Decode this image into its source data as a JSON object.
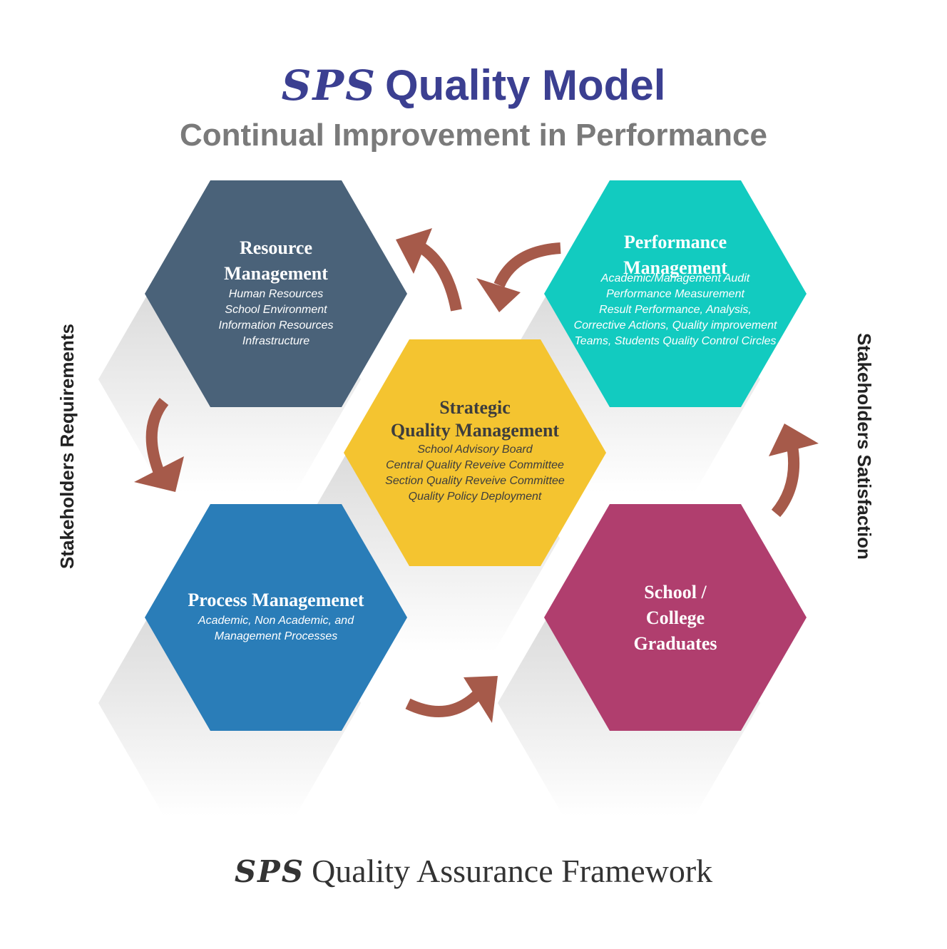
{
  "header": {
    "brand": "SPS",
    "title": "Quality Model",
    "subtitle": "Continual Improvement in Performance"
  },
  "sides": {
    "left": "Stakeholders Requirements",
    "right": "Stakeholders Satisfaction"
  },
  "footer": {
    "brand": "SPS",
    "text": "Quality Assurance Framework"
  },
  "colors": {
    "resource": "#4a6279",
    "performance": "#12cbc0",
    "strategic": "#f4c430",
    "process": "#2a7db8",
    "graduates": "#b03e6e",
    "arrow": "#a65a4a",
    "shadow": "#e6e6e6"
  },
  "nodes": {
    "resource": {
      "title_lines": [
        "Resource",
        "Management"
      ],
      "items": [
        "Human Resources",
        "School Environment",
        "Information Resources",
        "Infrastructure"
      ]
    },
    "performance": {
      "title_lines": [
        "Performance",
        "Management"
      ],
      "items": [
        "Academic/Management Audit",
        "Performance Measurement",
        "Result Performance, Analysis,",
        "Corrective Actions, Quality improvement",
        "Teams, Students Quality Control Circles"
      ]
    },
    "strategic": {
      "title_lines": [
        "Strategic",
        "Quality Management"
      ],
      "items": [
        "School Advisory Board",
        "Central Quality Reveive Committee",
        "Section Quality Reveive Committee",
        "Quality Policy Deployment"
      ]
    },
    "process": {
      "title_lines": [
        "Process Managemenet"
      ],
      "items": [
        "Academic, Non Academic, and",
        "Management Processes"
      ]
    },
    "graduates": {
      "title_lines": [
        "School /",
        "College",
        "Graduates"
      ],
      "items": []
    }
  }
}
